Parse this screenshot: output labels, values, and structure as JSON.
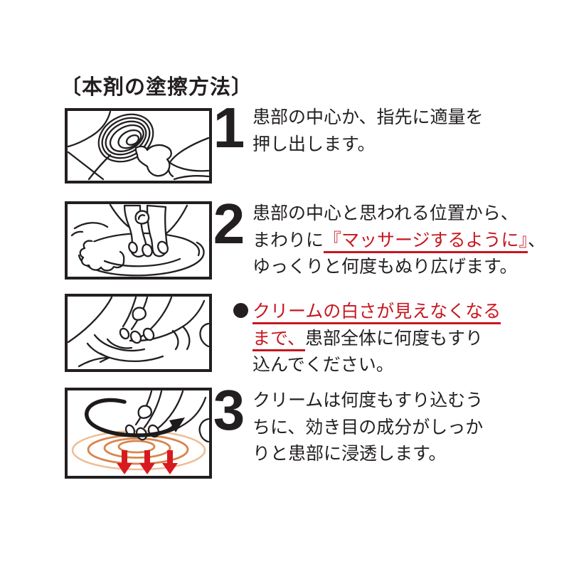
{
  "title": "〔本剤の塗擦方法〕",
  "colors": {
    "ink": "#231f20",
    "red_text": "#c8161f",
    "arrow_red": "#d71920",
    "orange_rings": "#d8854c"
  },
  "steps": [
    {
      "number": "1",
      "illustration": "tube-squeeze",
      "lines": [
        [
          {
            "t": "患部の中心か、指先に適量を",
            "c": "k"
          }
        ],
        [
          {
            "t": "押し出します。",
            "c": "k"
          }
        ]
      ]
    },
    {
      "number": "2",
      "illustration": "hands-spreading",
      "lines": [
        [
          {
            "t": "患部の中心と思われる位置から、",
            "c": "k"
          }
        ],
        [
          {
            "t": "まわりに",
            "c": "k"
          },
          {
            "t": "『マッサージするように』",
            "c": "r"
          },
          {
            "t": "、",
            "c": "k"
          }
        ],
        [
          {
            "t": "ゆっくりと何度もぬり広げます。",
            "c": "k"
          }
        ]
      ]
    },
    {
      "number": "",
      "bullet": "●",
      "illustration": "hands-rubbing",
      "lines": [
        [
          {
            "t": "クリームの白さが見えなくなる",
            "c": "r"
          }
        ],
        [
          {
            "t": "まで、",
            "c": "r"
          },
          {
            "t": "患部全体に何度もすり",
            "c": "k"
          }
        ],
        [
          {
            "t": "込んでください。",
            "c": "k"
          }
        ]
      ]
    },
    {
      "number": "3",
      "illustration": "massage-penetration",
      "lines": [
        [
          {
            "t": "クリームは何度もすり込むう",
            "c": "k"
          }
        ],
        [
          {
            "t": "ちに、効き目の成分がしっか",
            "c": "k"
          }
        ],
        [
          {
            "t": "りと患部に浸透します。",
            "c": "k"
          }
        ]
      ]
    }
  ]
}
